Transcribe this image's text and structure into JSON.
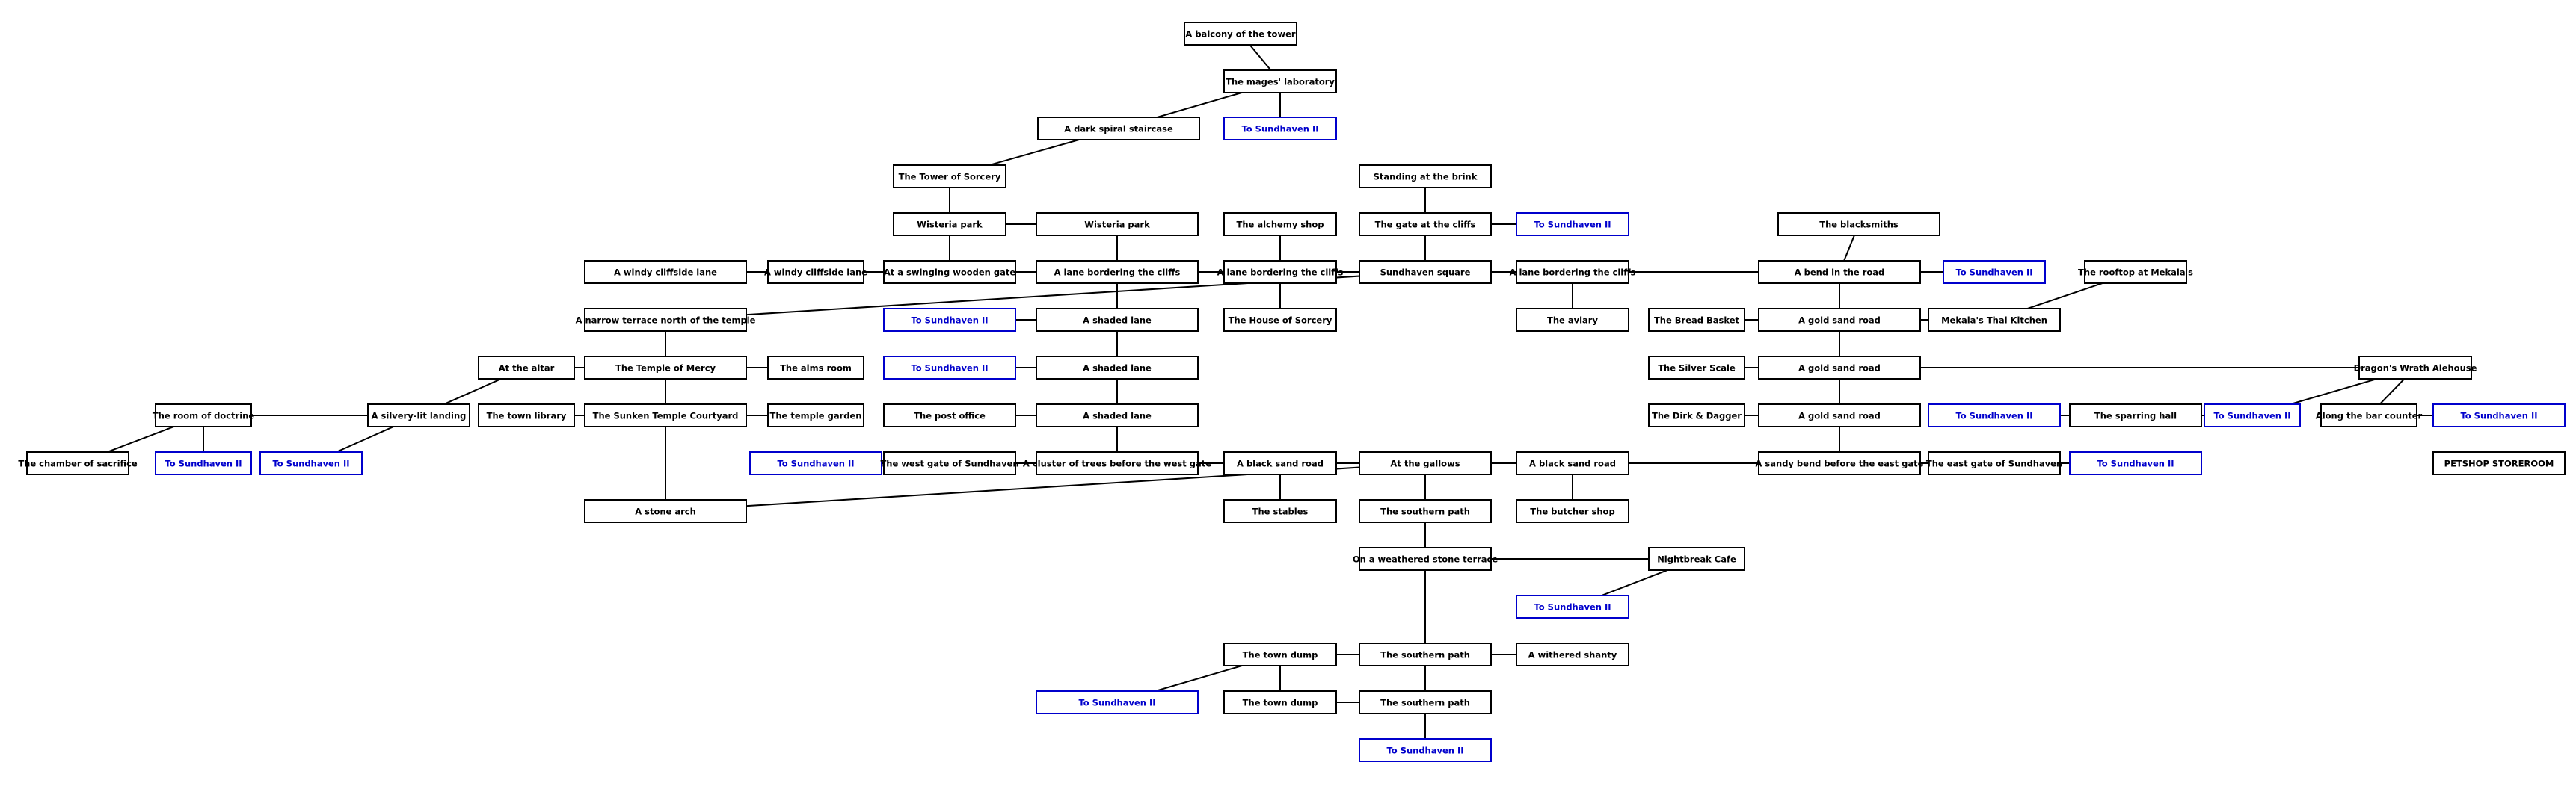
{
  "rooms": [
    {
      "id": "balcony",
      "label": "A balcony of the tower"
    },
    {
      "id": "lab",
      "label": "The mages' laboratory"
    },
    {
      "id": "spiral",
      "label": "A dark spiral staircase"
    },
    {
      "id": "sund1",
      "label": "To Sundhaven II",
      "exit": true
    },
    {
      "id": "tower",
      "label": "The Tower of Sorcery"
    },
    {
      "id": "brink",
      "label": "Standing at the brink"
    },
    {
      "id": "wist1",
      "label": "Wisteria park"
    },
    {
      "id": "wist2",
      "label": "Wisteria park"
    },
    {
      "id": "alchemy",
      "label": "The alchemy shop"
    },
    {
      "id": "gate_cliffs",
      "label": "The gate at the cliffs"
    },
    {
      "id": "sund2",
      "label": "To Sundhaven II",
      "exit": true
    },
    {
      "id": "blacksmiths",
      "label": "The blacksmiths"
    },
    {
      "id": "windy1",
      "label": "A windy cliffside lane"
    },
    {
      "id": "windy2",
      "label": "A windy cliffside lane"
    },
    {
      "id": "swinggate",
      "label": "At a swinging wooden gate"
    },
    {
      "id": "lanecliff1",
      "label": "A lane bordering the cliffs"
    },
    {
      "id": "lanecliff2",
      "label": "A lane bordering the cliffs"
    },
    {
      "id": "square",
      "label": "Sundhaven square"
    },
    {
      "id": "lanecliff3",
      "label": "A lane bordering the cliffs"
    },
    {
      "id": "bend",
      "label": "A bend in the road"
    },
    {
      "id": "sund3",
      "label": "To Sundhaven II",
      "exit": true
    },
    {
      "id": "rooftop",
      "label": "The rooftop at Mekala's"
    },
    {
      "id": "terrace_n",
      "label": "A narrow terrace north of the temple"
    },
    {
      "id": "sund4",
      "label": "To Sundhaven II",
      "exit": true
    },
    {
      "id": "shaded1",
      "label": "A shaded lane"
    },
    {
      "id": "house_sorc",
      "label": "The House of Sorcery"
    },
    {
      "id": "aviary",
      "label": "The aviary"
    },
    {
      "id": "bread",
      "label": "The Bread Basket"
    },
    {
      "id": "goldsand1",
      "label": "A gold sand road"
    },
    {
      "id": "thai",
      "label": "Mekala's Thai Kitchen"
    },
    {
      "id": "altar",
      "label": "At the altar"
    },
    {
      "id": "mercy",
      "label": "The Temple of Mercy"
    },
    {
      "id": "alms",
      "label": "The alms room"
    },
    {
      "id": "sund5",
      "label": "To Sundhaven II",
      "exit": true
    },
    {
      "id": "shaded2",
      "label": "A shaded lane"
    },
    {
      "id": "silver",
      "label": "The Silver Scale"
    },
    {
      "id": "goldsand2",
      "label": "A gold sand road"
    },
    {
      "id": "dragon",
      "label": "Dragon's Wrath Alehouse"
    },
    {
      "id": "doctrine",
      "label": "The room of doctrine"
    },
    {
      "id": "silvery",
      "label": "A silvery-lit landing"
    },
    {
      "id": "library",
      "label": "The town library"
    },
    {
      "id": "sunken",
      "label": "The Sunken Temple Courtyard"
    },
    {
      "id": "tgarden",
      "label": "The temple garden"
    },
    {
      "id": "post",
      "label": "The post office"
    },
    {
      "id": "shaded3",
      "label": "A shaded lane"
    },
    {
      "id": "dirk",
      "label": "The Dirk & Dagger"
    },
    {
      "id": "goldsand3",
      "label": "A gold sand road"
    },
    {
      "id": "sund6",
      "label": "To Sundhaven II",
      "exit": true
    },
    {
      "id": "sparring",
      "label": "The sparring hall"
    },
    {
      "id": "sund7",
      "label": "To Sundhaven II",
      "exit": true
    },
    {
      "id": "barcounter",
      "label": "Along the bar counter"
    },
    {
      "id": "sund8",
      "label": "To Sundhaven II",
      "exit": true
    },
    {
      "id": "sacrifice",
      "label": "The chamber of sacrifice"
    },
    {
      "id": "sund9",
      "label": "To Sundhaven II",
      "exit": true
    },
    {
      "id": "sund10",
      "label": "To Sundhaven II",
      "exit": true
    },
    {
      "id": "sund11",
      "label": "To Sundhaven II",
      "exit": true
    },
    {
      "id": "westgate",
      "label": "The west gate of Sundhaven"
    },
    {
      "id": "cluster",
      "label": "A cluster of trees before the west gate"
    },
    {
      "id": "blacksand1",
      "label": "A black sand road"
    },
    {
      "id": "gallows",
      "label": "At the gallows"
    },
    {
      "id": "blacksand2",
      "label": "A black sand road"
    },
    {
      "id": "sandybend",
      "label": "A sandy bend before the east gate"
    },
    {
      "id": "eastgate",
      "label": "The east gate of Sundhaven"
    },
    {
      "id": "sund12",
      "label": "To Sundhaven II",
      "exit": true
    },
    {
      "id": "petshop",
      "label": "PETSHOP STOREROOM"
    },
    {
      "id": "stonearch",
      "label": "A stone arch"
    },
    {
      "id": "stables",
      "label": "The stables"
    },
    {
      "id": "southpath1",
      "label": "The southern path"
    },
    {
      "id": "butcher",
      "label": "The butcher shop"
    },
    {
      "id": "weathered",
      "label": "On a weathered stone terrace"
    },
    {
      "id": "nightbreak",
      "label": "Nightbreak Cafe"
    },
    {
      "id": "sund13",
      "label": "To Sundhaven II",
      "exit": true
    },
    {
      "id": "dump1",
      "label": "The town dump"
    },
    {
      "id": "southpath2",
      "label": "The southern path"
    },
    {
      "id": "shanty",
      "label": "A withered shanty"
    },
    {
      "id": "sund14",
      "label": "To Sundhaven II",
      "exit": true
    },
    {
      "id": "dump2",
      "label": "The town dump"
    },
    {
      "id": "southpath3",
      "label": "The southern path"
    },
    {
      "id": "sund15",
      "label": "To Sundhaven II",
      "exit": true
    }
  ],
  "links": [
    [
      "balcony",
      "lab"
    ],
    [
      "lab",
      "sund1"
    ],
    [
      "lab",
      "spiral"
    ],
    [
      "spiral",
      "tower"
    ],
    [
      "tower",
      "wist1"
    ],
    [
      "wist1",
      "wist2"
    ],
    [
      "wist1",
      "swinggate"
    ],
    [
      "windy1",
      "windy2"
    ],
    [
      "windy2",
      "swinggate"
    ],
    [
      "swinggate",
      "lanecliff1"
    ],
    [
      "wist2",
      "lanecliff1"
    ],
    [
      "lanecliff1",
      "lanecliff2"
    ],
    [
      "alchemy",
      "lanecliff2"
    ],
    [
      "lanecliff2",
      "house_sorc"
    ],
    [
      "lanecliff2",
      "square"
    ],
    [
      "brink",
      "gate_cliffs"
    ],
    [
      "gate_cliffs",
      "square"
    ],
    [
      "square",
      "lanecliff3"
    ],
    [
      "lanecliff3",
      "aviary"
    ],
    [
      "lanecliff3",
      "bend"
    ],
    [
      "blacksmiths",
      "bend"
    ],
    [
      "bend",
      "sund3"
    ],
    [
      "bend",
      "goldsand1"
    ],
    [
      "bread",
      "goldsand1"
    ],
    [
      "goldsand1",
      "thai"
    ],
    [
      "thai",
      "rooftop"
    ],
    [
      "goldsand1",
      "goldsand2"
    ],
    [
      "silver",
      "goldsand2"
    ],
    [
      "goldsand2",
      "dragon"
    ],
    [
      "goldsand2",
      "goldsand3"
    ],
    [
      "dirk",
      "goldsand3"
    ],
    [
      "goldsand3",
      "sandybend"
    ],
    [
      "dragon",
      "sund7"
    ],
    [
      "dragon",
      "barcounter"
    ],
    [
      "sund6",
      "sparring"
    ],
    [
      "sparring",
      "sund7"
    ],
    [
      "barcounter",
      "sund8"
    ],
    [
      "square",
      "terrace_n"
    ],
    [
      "lanecliff1",
      "shaded1"
    ],
    [
      "sund4",
      "shaded1"
    ],
    [
      "shaded1",
      "shaded2"
    ],
    [
      "sund5",
      "shaded2"
    ],
    [
      "shaded2",
      "shaded3"
    ],
    [
      "post",
      "shaded3"
    ],
    [
      "shaded3",
      "cluster"
    ],
    [
      "terrace_n",
      "mercy"
    ],
    [
      "altar",
      "mercy"
    ],
    [
      "mercy",
      "alms"
    ],
    [
      "mercy",
      "sunken"
    ],
    [
      "altar",
      "silvery"
    ],
    [
      "library",
      "sunken"
    ],
    [
      "sunken",
      "tgarden"
    ],
    [
      "sunken",
      "stonearch"
    ],
    [
      "doctrine",
      "silvery"
    ],
    [
      "silvery",
      "sund10"
    ],
    [
      "sacrifice",
      "doctrine"
    ],
    [
      "doctrine",
      "sund9"
    ],
    [
      "sund11",
      "westgate"
    ],
    [
      "westgate",
      "cluster"
    ],
    [
      "cluster",
      "blacksand1"
    ],
    [
      "blacksand1",
      "gallows"
    ],
    [
      "gallows",
      "stonearch"
    ],
    [
      "blacksand1",
      "stables"
    ],
    [
      "gallows",
      "blacksand2"
    ],
    [
      "blacksand2",
      "sandybend"
    ],
    [
      "blacksand2",
      "butcher"
    ],
    [
      "sandybend",
      "eastgate"
    ],
    [
      "eastgate",
      "sund12"
    ],
    [
      "gallows",
      "southpath1"
    ],
    [
      "southpath1",
      "weathered"
    ],
    [
      "weathered",
      "nightbreak"
    ],
    [
      "nightbreak",
      "sund13"
    ],
    [
      "weathered",
      "southpath2"
    ],
    [
      "dump1",
      "southpath2"
    ],
    [
      "southpath2",
      "shanty"
    ],
    [
      "dump1",
      "sund14"
    ],
    [
      "dump1",
      "dump2"
    ],
    [
      "southpath2",
      "southpath3"
    ],
    [
      "dump2",
      "southpath3"
    ],
    [
      "southpath3",
      "sund15"
    ],
    [
      "gate_cliffs",
      "sund2"
    ]
  ],
  "colors": {
    "room_border": "#000000",
    "room_text": "#000000",
    "exit_border": "#0000cc",
    "exit_text": "#0000cc",
    "link": "#000000",
    "background": "#ffffff"
  }
}
